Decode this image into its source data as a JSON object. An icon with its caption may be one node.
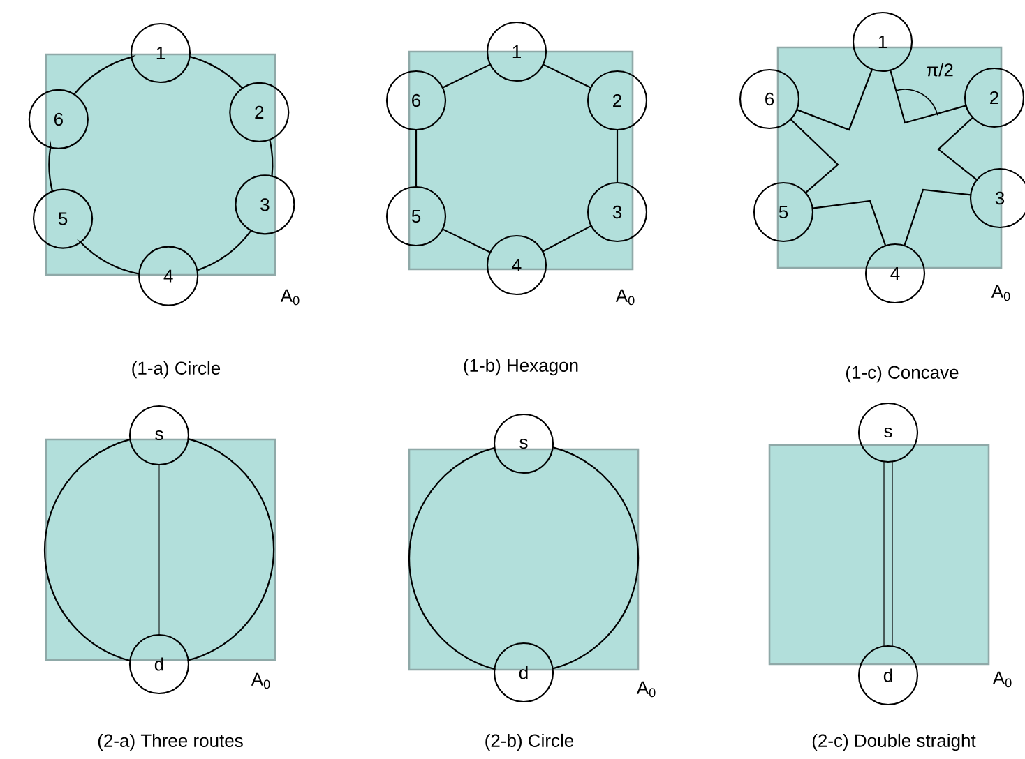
{
  "diagram": {
    "nodes": [
      {
        "text": [
          "1"
        ]
      },
      {
        "text": [
          "2"
        ]
      },
      {
        "text": [
          "3"
        ]
      },
      {
        "text": [
          "4"
        ]
      },
      {
        "text": [
          "5"
        ]
      },
      {
        "text": [
          "6"
        ]
      },
      {
        "text": [
          "1"
        ]
      },
      {
        "text": [
          "2"
        ]
      },
      {
        "text": [
          "3"
        ]
      },
      {
        "text": [
          "4"
        ]
      },
      {
        "text": [
          "5"
        ]
      },
      {
        "text": [
          "6"
        ]
      },
      {
        "text": [
          "1"
        ]
      },
      {
        "text": [
          "2"
        ]
      },
      {
        "text": [
          "3"
        ]
      },
      {
        "text": [
          "4"
        ]
      },
      {
        "text": [
          "5"
        ]
      },
      {
        "text": [
          "6"
        ]
      },
      {
        "text": [
          "s"
        ]
      },
      {
        "text": [
          "d"
        ]
      },
      {
        "text": [
          "s"
        ]
      },
      {
        "text": [
          "d"
        ]
      },
      {
        "text": [
          "s"
        ]
      },
      {
        "text": [
          "d"
        ]
      }
    ],
    "edges": [
      {
        "from": 0,
        "to": 1,
        "arrow": "none"
      },
      {
        "from": 1,
        "to": 2,
        "arrow": "none"
      },
      {
        "from": 2,
        "to": 3,
        "arrow": "none"
      },
      {
        "from": 3,
        "to": 4,
        "arrow": "none"
      },
      {
        "from": 4,
        "to": 5,
        "arrow": "none"
      },
      {
        "from": 5,
        "to": 0,
        "arrow": "none"
      },
      {
        "from": 6,
        "to": 7,
        "arrow": "none"
      },
      {
        "from": 7,
        "to": 8,
        "arrow": "none"
      },
      {
        "from": 8,
        "to": 9,
        "arrow": "none"
      },
      {
        "from": 9,
        "to": 10,
        "arrow": "none"
      },
      {
        "from": 10,
        "to": 11,
        "arrow": "none"
      },
      {
        "from": 11,
        "to": 6,
        "arrow": "none"
      },
      {
        "from": 12,
        "to": 13,
        "arrow": "none"
      },
      {
        "from": 13,
        "to": 14,
        "arrow": "none"
      },
      {
        "from": 14,
        "to": 15,
        "arrow": "none"
      },
      {
        "from": 15,
        "to": 16,
        "arrow": "none"
      },
      {
        "from": 16,
        "to": 17,
        "arrow": "none"
      },
      {
        "from": 17,
        "to": 12,
        "arrow": "none"
      },
      {
        "from": 18,
        "to": 19,
        "arrow": "none"
      },
      {
        "from": 18,
        "to": 19,
        "arrow": "none"
      },
      {
        "from": 18,
        "to": 19,
        "arrow": "none"
      },
      {
        "from": 20,
        "to": 21,
        "arrow": "none"
      },
      {
        "from": 20,
        "to": 21,
        "arrow": "none"
      },
      {
        "from": 22,
        "to": 23,
        "arrow": "none"
      },
      {
        "from": 22,
        "to": 23,
        "arrow": "none"
      }
    ],
    "labels": [
      "π/2",
      "A$_{0}$",
      "A$_{0}$",
      "A$_{0}$",
      "(1-a) Circle",
      "(1-b) Hexagon",
      "(1-c) Concave",
      "A$_{0}$",
      "A$_{0}$",
      "A$_{0}$",
      "(2-a) Three routes",
      "(2-b) Circle",
      "(2-c) Double straight"
    ]
  }
}
